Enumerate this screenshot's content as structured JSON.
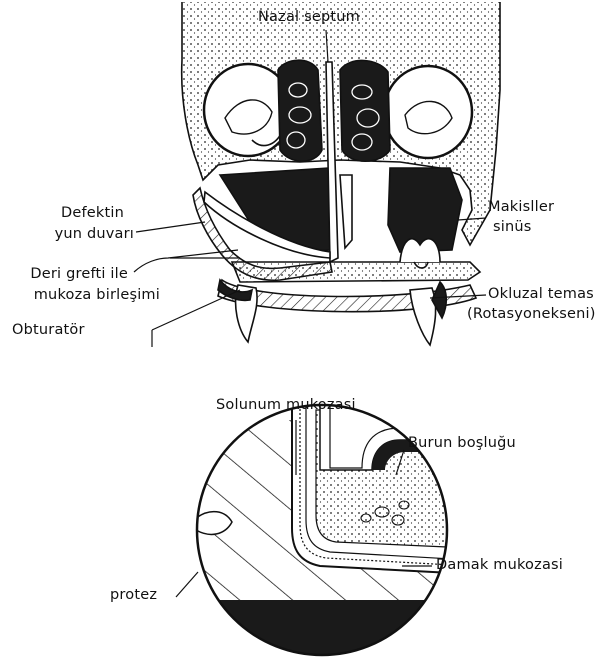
{
  "upper_figure": {
    "labels": {
      "nazal_septum": "Nazal septum",
      "defektin_line1": "Defektin",
      "defektin_line2": "yun duvarı",
      "deri_line1": "Deri grefti ile",
      "deri_line2": "mukoza birleşimi",
      "obturator": "Obturatör",
      "makisller_line1": "Makisller",
      "makisller_line2": "sinüs",
      "okluzal_line1": "Okluzal temas",
      "okluzal_line2": "(Rotasyonekseni)"
    }
  },
  "lower_figure": {
    "labels": {
      "solunum": "Solunum mukozasi",
      "burun": "Burun boşluğu",
      "protez": "protez",
      "damak": "Damak mukozasi"
    }
  },
  "colors": {
    "ink": "#111111",
    "paper": "#ffffff",
    "dark_fill": "#1a1a1a"
  }
}
